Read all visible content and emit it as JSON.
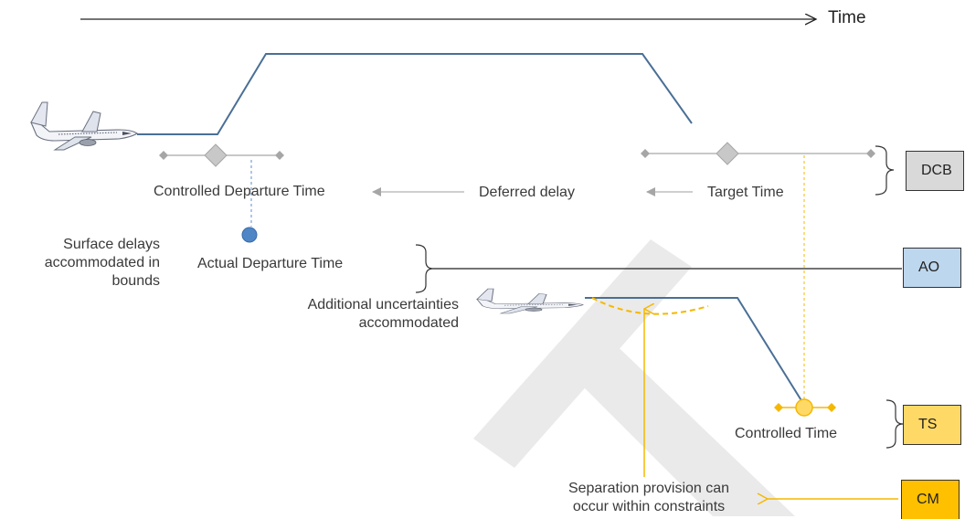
{
  "axis": {
    "label": "Time"
  },
  "labels": {
    "controlled_departure_time": "Controlled Departure Time",
    "deferred_delay": "Deferred delay",
    "target_time": "Target Time",
    "surface_delays": [
      "Surface delays",
      "accommodated in",
      "bounds"
    ],
    "actual_departure_time": "Actual Departure Time",
    "additional_uncertainties": [
      "Additional uncertainties",
      "accommodated"
    ],
    "controlled_time": "Controlled Time",
    "separation_provision": [
      "Separation provision can",
      "occur within  constraints"
    ]
  },
  "layers": [
    {
      "id": "dcb",
      "label": "DCB",
      "color": "#d9d9d9"
    },
    {
      "id": "ao",
      "label": "AO",
      "color": "#bdd7ee"
    },
    {
      "id": "ts",
      "label": "TS",
      "color": "#ffd966"
    },
    {
      "id": "cm",
      "label": "CM",
      "color": "#ffc000"
    }
  ],
  "colors": {
    "flight_profile": "#4a6f96",
    "grey_marker": "#a6a6a6",
    "yellow_marker": "#f5b800",
    "actual_departure_dot": "#4f86c6",
    "watermark": "#e6e6e6"
  }
}
